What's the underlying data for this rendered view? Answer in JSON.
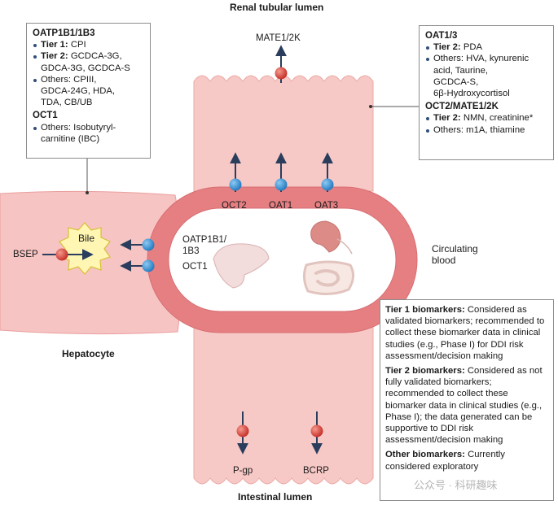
{
  "titles": {
    "renal_lumen": "Renal tubular lumen",
    "intestinal_lumen": "Intestinal lumen",
    "hepatocyte": "Hepatocyte",
    "circulating_blood": "Circulating\nblood",
    "bile": "Bile"
  },
  "transporters": {
    "mate": "MATE1/2K",
    "oct2": "OCT2",
    "oat1": "OAT1",
    "oat3": "OAT3",
    "oatp": "OATP1B1/\n1B3",
    "oct1": "OCT1",
    "bsep": "BSEP",
    "pgp": "P-gp",
    "bcrp": "BCRP"
  },
  "liver_box": {
    "oatp_heading": "OATP1B1/1B3",
    "oatp_items": [
      {
        "lead": "Tier 1:",
        "text": " CPI"
      },
      {
        "lead": "Tier 2:",
        "text": " GCDCA-3G,\nGDCA-3G, GCDCA-S"
      },
      {
        "lead": "",
        "text": "Others: CPIII,\nGDCA-24G, HDA,\nTDA, CB/UB"
      }
    ],
    "oct1_heading": "OCT1",
    "oct1_items": [
      {
        "lead": "",
        "text": "Others: Isobutyryl-\ncarnitine (IBC)"
      }
    ]
  },
  "kidney_box": {
    "oat_heading": "OAT1/3",
    "oat_items": [
      {
        "lead": "Tier 2:",
        "text": " PDA"
      },
      {
        "lead": "",
        "text": "Others: HVA, kynurenic\nacid, Taurine,\nGCDCA-S,\n6β-Hydroxycortisol"
      }
    ],
    "oct_heading": "OCT2/MATE1/2K",
    "oct_items": [
      {
        "lead": "Tier 2:",
        "text": " NMN, creatinine*"
      },
      {
        "lead": "",
        "text": "Others: m1A, thiamine"
      }
    ]
  },
  "legend": {
    "tier1_lead": "Tier 1 biomarkers:",
    "tier1_text": " Considered as validated biomarkers; recommended to collect these biomarker data in clinical studies (e.g., Phase I) for DDI risk assessment/decision making",
    "tier2_lead": "Tier 2 biomarkers:",
    "tier2_text": " Considered as not fully validated biomarkers; recommended to collect these biomarker data in clinical studies (e.g., Phase I); the data generated can be supportive to DDI risk assessment/decision making",
    "other_lead": "Other biomarkers:",
    "other_text": " Currently considered exploratory"
  },
  "watermark": "公众号 · 科研趣味",
  "colors": {
    "kidney_fill": "#f7c9c6",
    "blood_ring": "#e57f82",
    "hepatocyte_fill": "#f6c4c3",
    "transporter_blue": "#2d8fd2",
    "transporter_red": "#d7352f",
    "arrow": "#2a3d5c",
    "bile_fill": "#fff6b3"
  }
}
